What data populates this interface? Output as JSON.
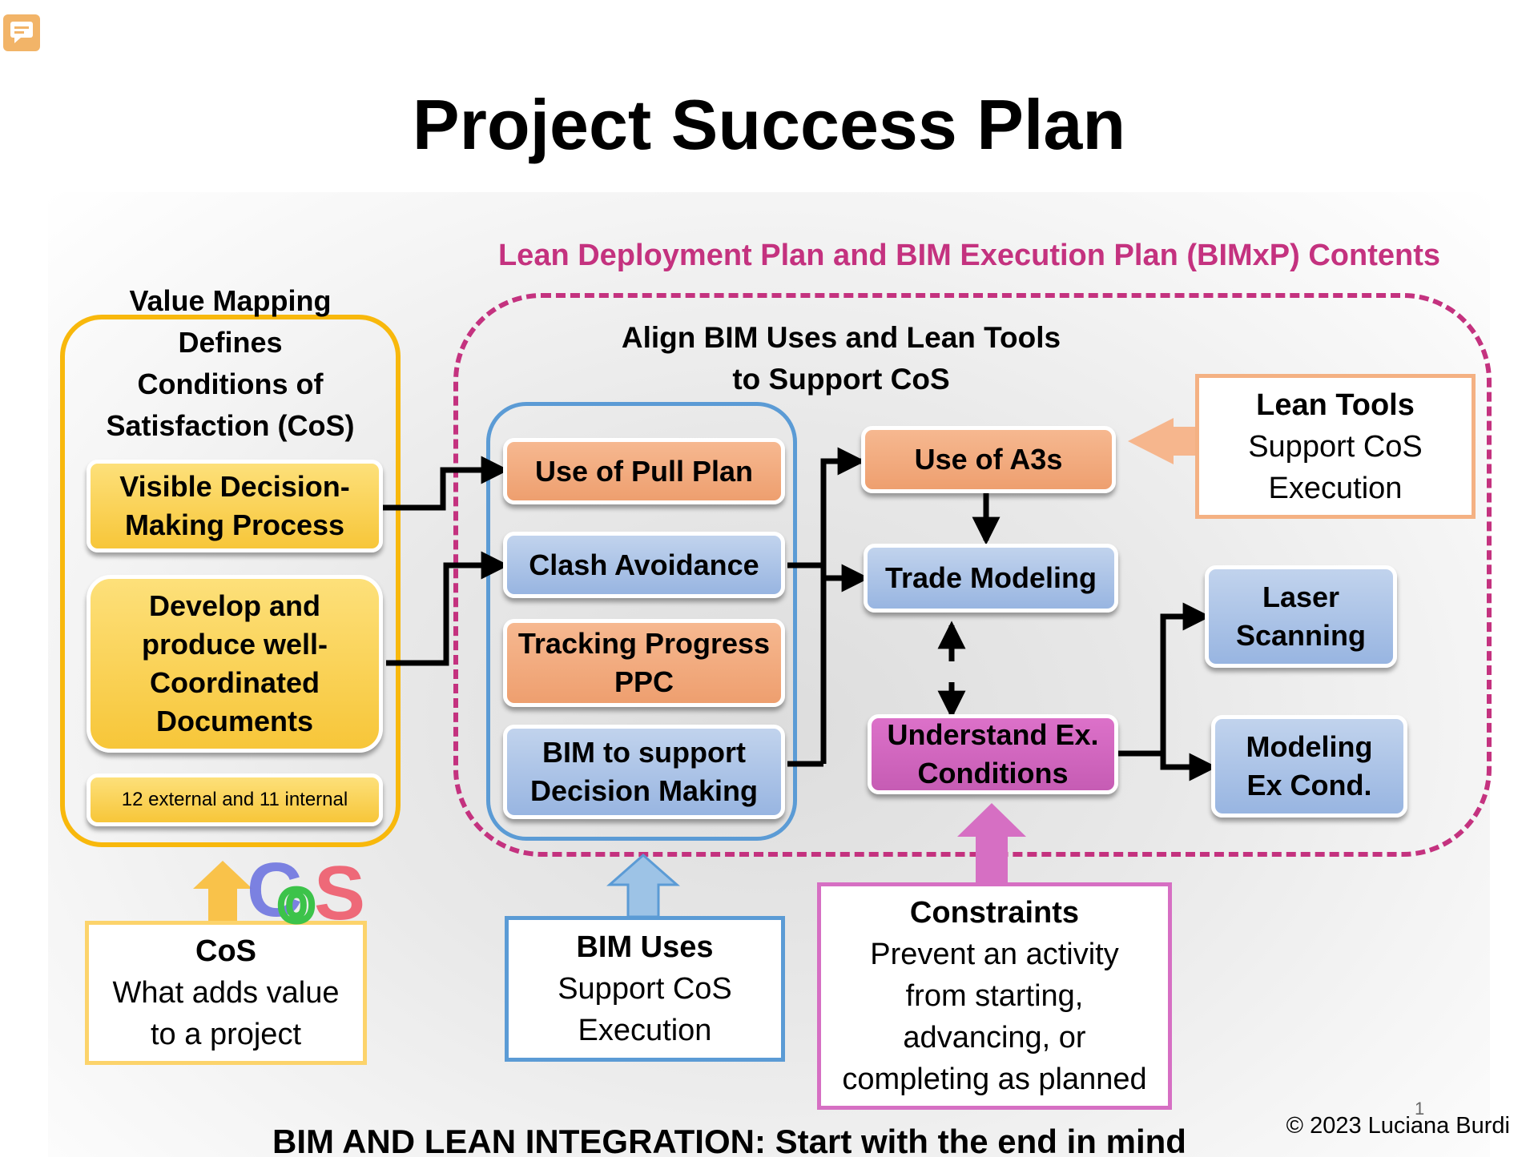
{
  "title": "Project Success Plan",
  "lean_header": "Lean Deployment Plan and BIM Execution Plan (BIMxP) Contents",
  "value_mapping": {
    "title_lines": [
      "Value Mapping",
      "Defines",
      "Conditions of",
      "Satisfaction (CoS)"
    ],
    "box_visible": [
      "Visible Decision-",
      "Making Process"
    ],
    "box_develop": [
      "Develop and",
      "produce well-",
      "Coordinated",
      "Documents"
    ],
    "box_count": "12 external and 11 internal"
  },
  "align": {
    "title_lines": [
      "Align BIM Uses and Lean Tools",
      "to Support CoS"
    ]
  },
  "bim_lean": {
    "pull_plan": "Use of Pull Plan",
    "clash": "Clash Avoidance",
    "tracking": [
      "Tracking Progress",
      "PPC"
    ],
    "bim_support": [
      "BIM to support",
      "Decision Making"
    ]
  },
  "middle": {
    "a3s": "Use of A3s",
    "trade": "Trade Modeling",
    "understand": [
      "Understand Ex.",
      "Conditions"
    ]
  },
  "right": {
    "laser": [
      "Laser",
      "Scanning"
    ],
    "modeling": [
      "Modeling",
      "Ex Cond."
    ]
  },
  "legends": {
    "lean_tools": {
      "title": "Lean Tools",
      "lines": [
        "Support CoS",
        "Execution"
      ]
    },
    "cos": {
      "title": "CoS",
      "lines": [
        "What adds value",
        "to a project"
      ]
    },
    "bim_uses": {
      "title": "BIM Uses",
      "lines": [
        "Support CoS",
        "Execution"
      ]
    },
    "constraints": {
      "title": "Constraints",
      "lines": [
        "Prevent an activity",
        "from starting,",
        "advancing, or",
        "completing as planned"
      ]
    }
  },
  "logo_letters": [
    "C",
    "o",
    "S"
  ],
  "footer": "BIM AND LEAN INTEGRATION: Start with the end in mind",
  "copyright": "© 2023 Luciana Burdi",
  "page_number": "1",
  "colors": {
    "yellow": "#f8b80c",
    "magenta": "#c4327f",
    "blue": "#5b9bd5",
    "orange": "#f4b183",
    "pink": "#d66fc3"
  }
}
